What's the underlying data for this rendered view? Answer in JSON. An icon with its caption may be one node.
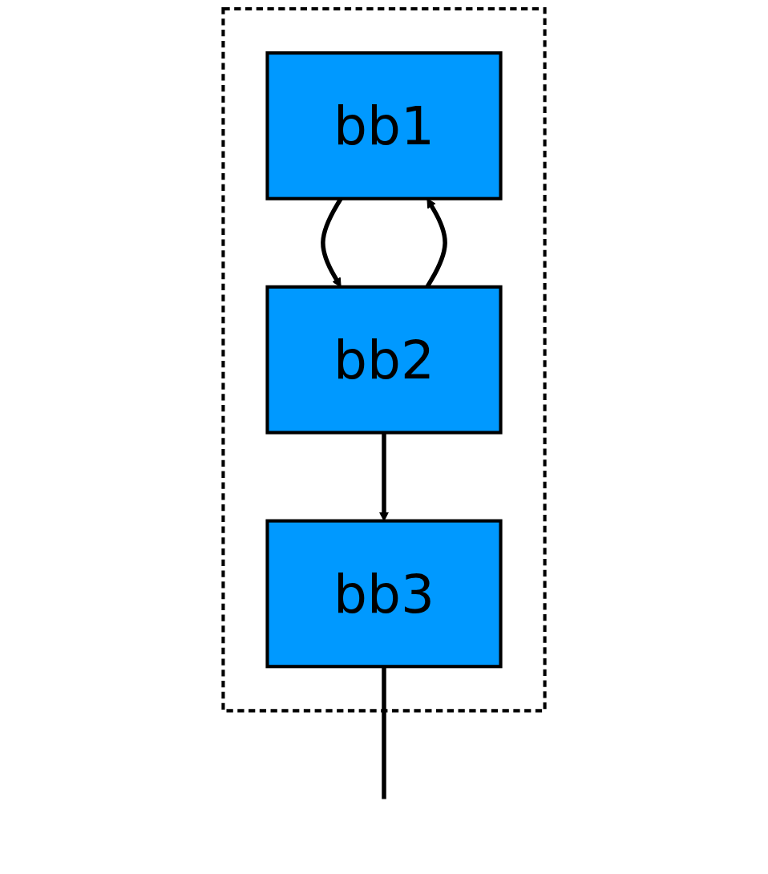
{
  "diagram": {
    "nodes": [
      {
        "text": [],
        "shape": "box"
      },
      {
        "text": [
          "bb1"
        ],
        "in": 0
      },
      {
        "text": [
          "bb2"
        ],
        "in": 0
      },
      {
        "text": [
          "bb3"
        ],
        "in": 0
      }
    ],
    "edges": [
      {
        "from": 1,
        "to": 2,
        "arrow": "to"
      },
      {
        "from": 2,
        "to": 1,
        "arrow": "to"
      },
      {
        "from": 2,
        "to": 3,
        "arrow": "to"
      },
      {
        "from": 3,
        "to": null,
        "arrow": "none"
      }
    ]
  }
}
